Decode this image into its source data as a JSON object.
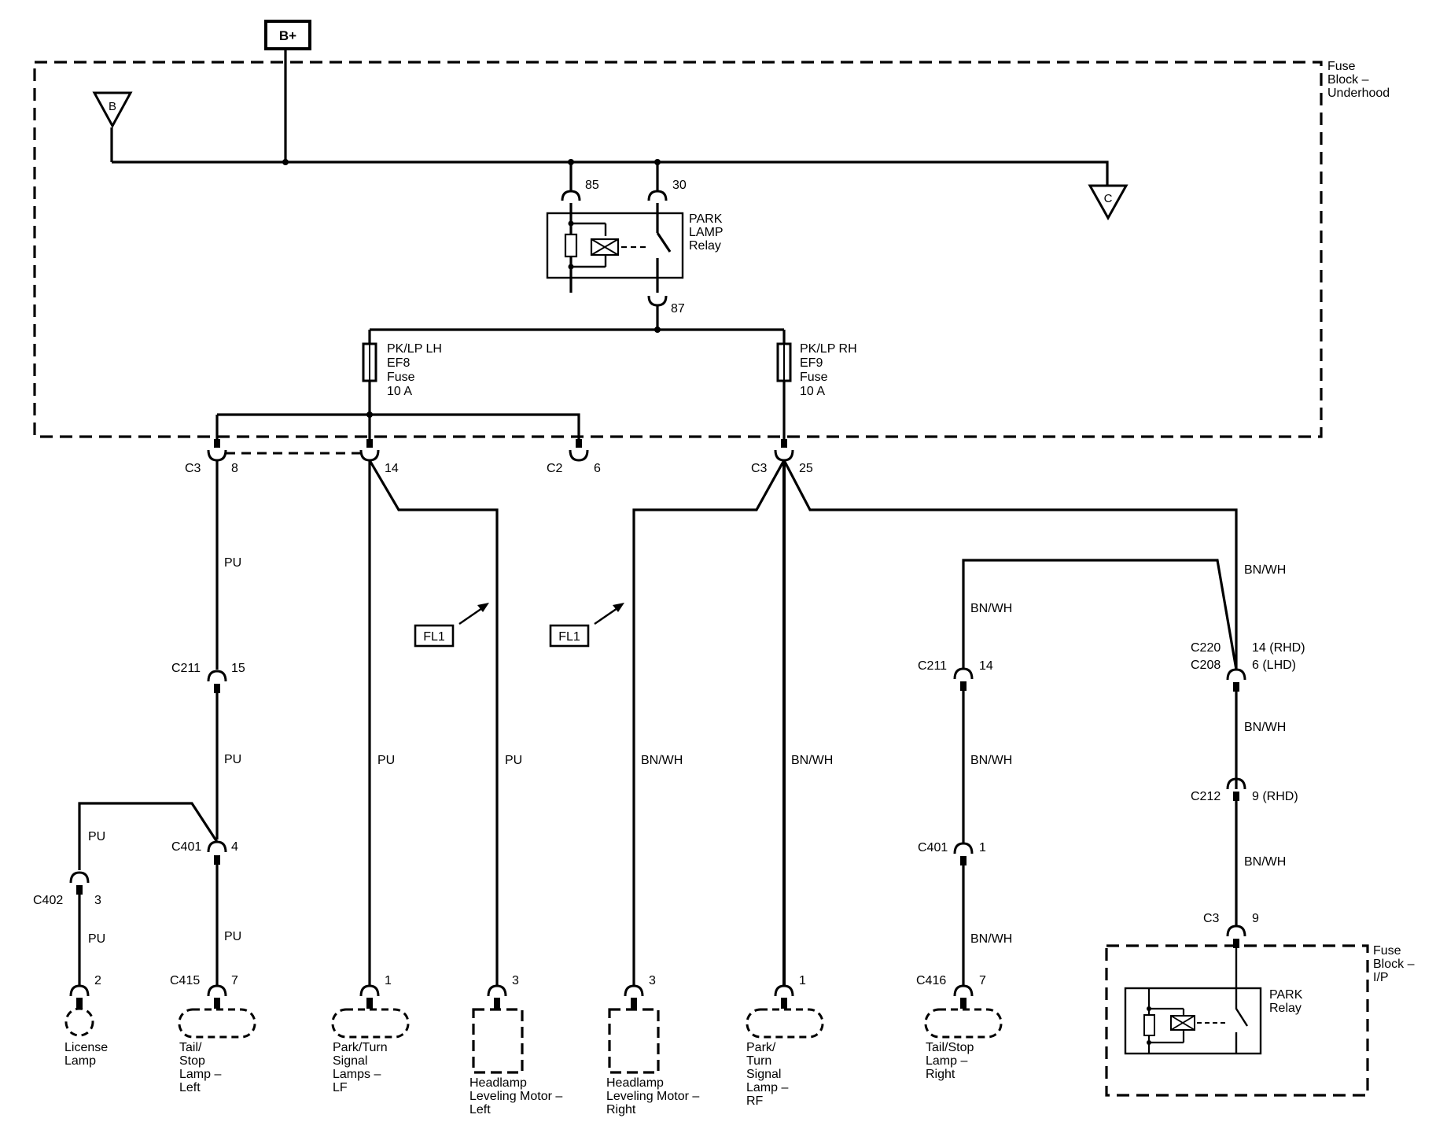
{
  "labels": {
    "b_plus": "B+",
    "tri_b": "B",
    "tri_c": "C",
    "fuse_block_underhood": [
      "Fuse",
      "Block –",
      "Underhood"
    ],
    "fuse_block_ip": [
      "Fuse",
      "Block –",
      "I/P"
    ],
    "park_lamp_relay": [
      "PARK",
      "LAMP",
      "Relay"
    ],
    "park_relay": [
      "PARK",
      "Relay"
    ],
    "pin_85": "85",
    "pin_30": "30",
    "pin_87": "87",
    "fuse_lh": [
      "PK/LP LH",
      "EF8",
      "Fuse",
      "10 A"
    ],
    "fuse_rh": [
      "PK/LP RH",
      "EF9",
      "Fuse",
      "10 A"
    ],
    "fl1": "FL1"
  },
  "connectors": {
    "c3_8": {
      "name": "C3",
      "pin": "8"
    },
    "c3_14": {
      "pin": "14"
    },
    "c2_6": {
      "name": "C2",
      "pin": "6"
    },
    "c3_25": {
      "name": "C3",
      "pin": "25"
    },
    "c211_15": {
      "name": "C211",
      "pin": "15"
    },
    "c401_4": {
      "name": "C401",
      "pin": "4"
    },
    "c402_3": {
      "name": "C402",
      "pin": "3"
    },
    "license_2": {
      "pin": "2"
    },
    "c415_7": {
      "name": "C415",
      "pin": "7"
    },
    "lf_1": {
      "pin": "1"
    },
    "hlm_l_3": {
      "pin": "3"
    },
    "hlm_r_3": {
      "pin": "3"
    },
    "rf_1": {
      "pin": "1"
    },
    "c211_14": {
      "name": "C211",
      "pin": "14"
    },
    "c401_1": {
      "name": "C401",
      "pin": "1"
    },
    "c416_7": {
      "name": "C416",
      "pin": "7"
    },
    "c220_c208": {
      "name1": "C220",
      "name2": "C208",
      "pin1": "14 (RHD)",
      "pin2": "6 (LHD)"
    },
    "c212_9": {
      "name": "C212",
      "pin": "9 (RHD)"
    },
    "c3_9": {
      "name": "C3",
      "pin": "9"
    }
  },
  "wires": {
    "pu": "PU",
    "bnwh": "BN/WH"
  },
  "components": {
    "license_lamp": [
      "License",
      "Lamp"
    ],
    "tail_stop_left": [
      "Tail/",
      "Stop",
      "Lamp –",
      "Left"
    ],
    "park_turn_lf": [
      "Park/Turn",
      "Signal",
      "Lamps –",
      "LF"
    ],
    "hlm_left": [
      "Headlamp",
      "Leveling Motor –",
      "Left"
    ],
    "hlm_right": [
      "Headlamp",
      "Leveling Motor –",
      "Right"
    ],
    "park_turn_rf": [
      "Park/",
      "Turn",
      "Signal",
      "Lamp –",
      "RF"
    ],
    "tail_stop_right": [
      "Tail/Stop",
      "Lamp –",
      "Right"
    ]
  }
}
